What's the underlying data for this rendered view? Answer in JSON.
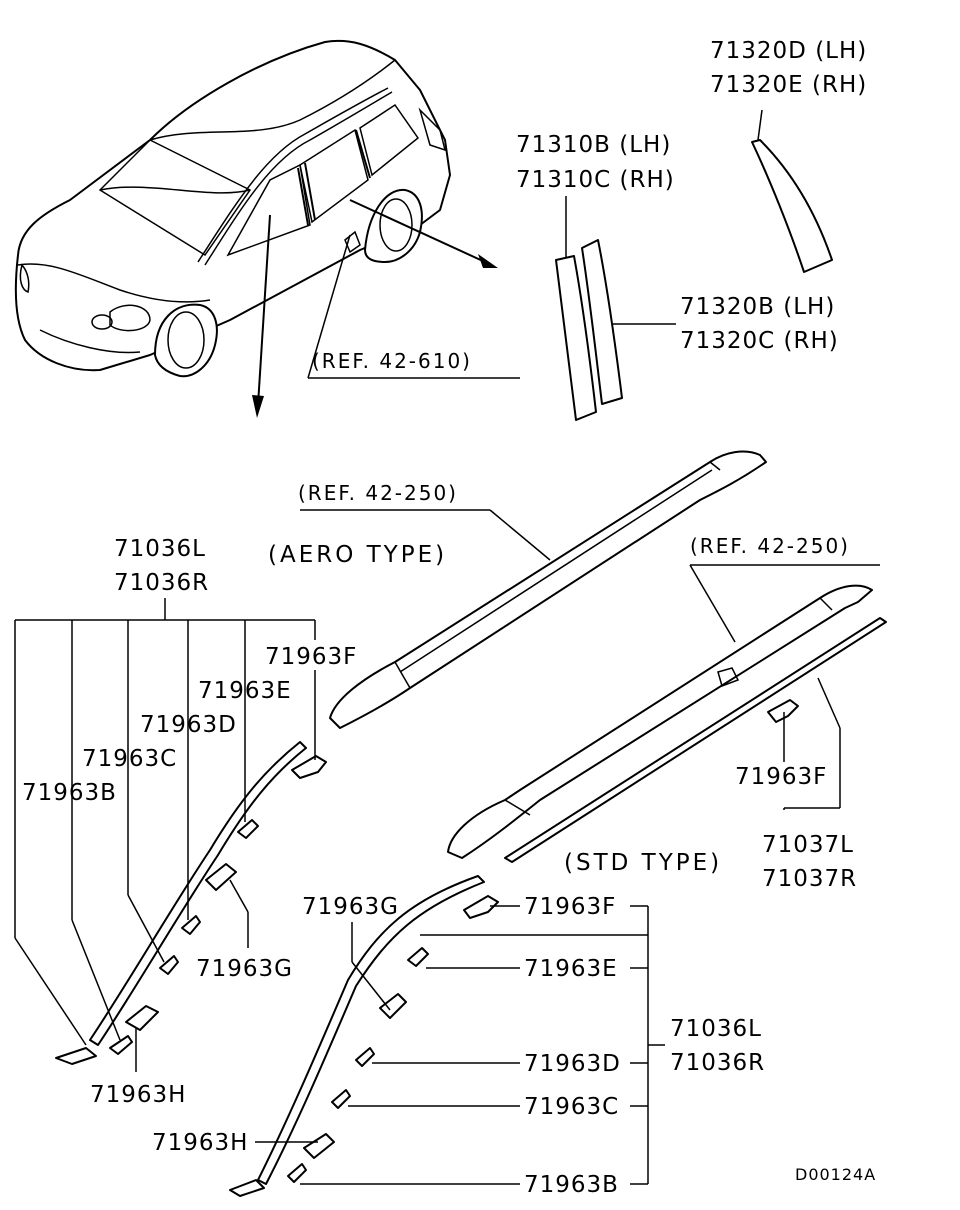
{
  "labels": {
    "p71320D": "71320D (LH)",
    "p71320E": "71320E (RH)",
    "p71310B": "71310B (LH)",
    "p71310C": "71310C (RH)",
    "p71320B": "71320B (LH)",
    "p71320C": "71320C (RH)",
    "ref_42_610": "(REF. 42-610)",
    "ref_42_250_a": "(REF. 42-250)",
    "ref_42_250_b": "(REF. 42-250)",
    "aero_type": "(AERO TYPE)",
    "std_type": "(STD TYPE)",
    "left": {
      "p71036L": "71036L",
      "p71036R": "71036R",
      "p71963F": "71963F",
      "p71963E": "71963E",
      "p71963D": "71963D",
      "p71963C": "71963C",
      "p71963B": "71963B",
      "p71963G": "71963G",
      "p71963H": "71963H"
    },
    "std": {
      "p71963F_rail": "71963F",
      "p71037L": "71037L",
      "p71037R": "71037R",
      "p71963G": "71963G",
      "p71963F": "71963F",
      "p71963E": "71963E",
      "p71036L": "71036L",
      "p71036R": "71036R",
      "p71963D": "71963D",
      "p71963C": "71963C",
      "p71963H": "71963H",
      "p71963B": "71963B"
    },
    "diagram_code": "D00124A"
  }
}
